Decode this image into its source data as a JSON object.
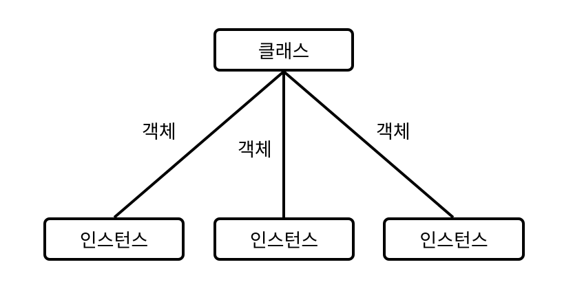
{
  "class_node": {
    "label": "클래스"
  },
  "instance_nodes": [
    {
      "label": "인스턴스"
    },
    {
      "label": "인스턴스"
    },
    {
      "label": "인스턴스"
    }
  ],
  "edge_labels": [
    {
      "label": "객체"
    },
    {
      "label": "객체"
    },
    {
      "label": "객체"
    }
  ]
}
